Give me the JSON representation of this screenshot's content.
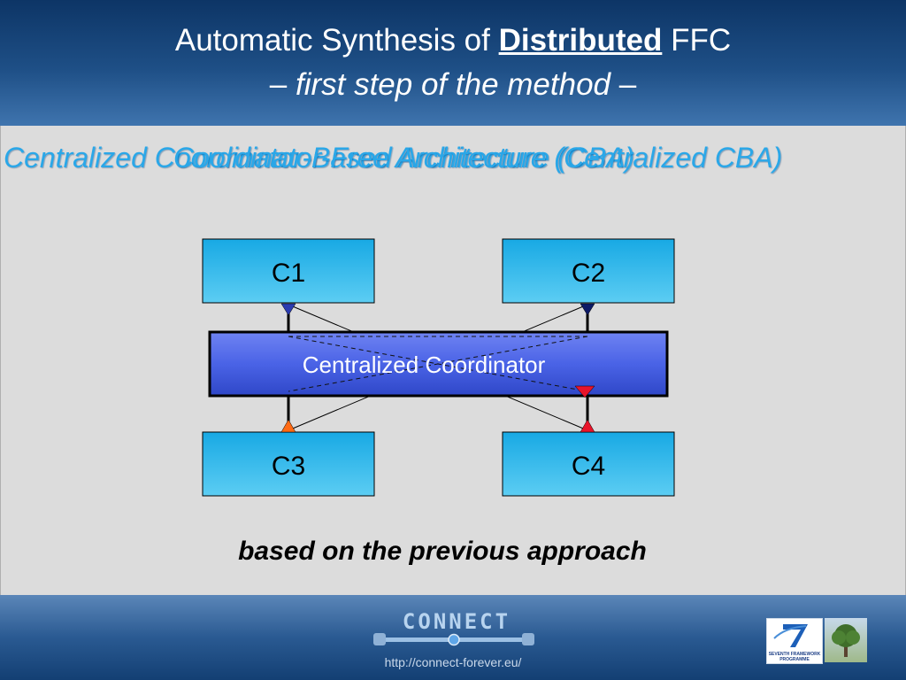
{
  "slide": {
    "title_line1_a": "Automatic Synthesis of ",
    "title_line1_emph": "Distributed",
    "title_line1_b": " FFC",
    "title_line2_a": "– ",
    "title_line2_italic": "first step of the method",
    "title_line2_b": " –",
    "overlap_title_1": "Centralized Coordinator-Based Architecture (CBA)",
    "overlap_title_2": "Coordinator-Free Architecture (Centralized CBA)",
    "caption": "based on the previous approach"
  },
  "diagram": {
    "components": [
      {
        "id": "C1",
        "label": "C1"
      },
      {
        "id": "C2",
        "label": "C2"
      },
      {
        "id": "C3",
        "label": "C3"
      },
      {
        "id": "C4",
        "label": "C4"
      }
    ],
    "coordinator": {
      "label": "Centralized Coordinator"
    },
    "colors": {
      "component_fill": "#1fb3ea",
      "coordinator_fill": "#4a63e6",
      "port_c1": "#2b3cb0",
      "port_c2": "#0d1a66",
      "port_c3": "#ff6a14",
      "port_c4": "#e8142a",
      "title_text": "#2aa7e8"
    }
  },
  "footer": {
    "logo_text": "CONNECT",
    "url": "http://connect-forever.eu/",
    "fp7_label": "SEVENTH FRAMEWORK PROGRAMME"
  }
}
